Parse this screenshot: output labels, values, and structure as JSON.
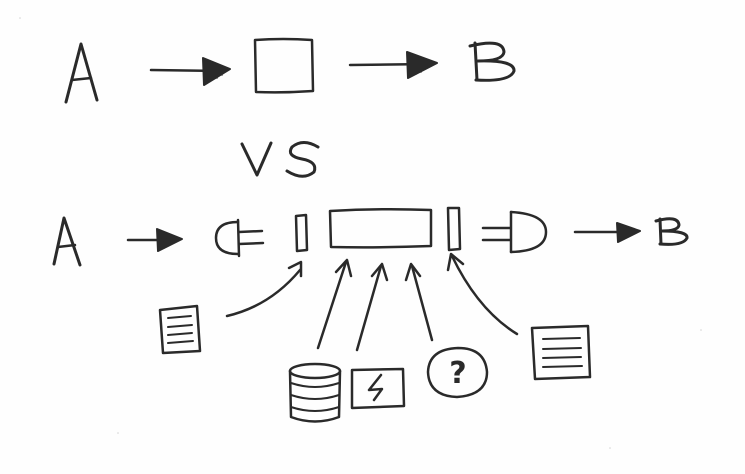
{
  "top_row": {
    "start_label": "A",
    "end_label": "B"
  },
  "separator": {
    "label": "VS"
  },
  "bottom_row": {
    "start_label": "A",
    "end_label": "B"
  },
  "icons": {
    "small_document": "document-icon",
    "database": "database-icon",
    "lightning_box": "lightning-box-icon",
    "question_circle": "question-icon",
    "large_document": "document-icon",
    "plug": "plug-icon",
    "socket": "socket-icon"
  },
  "question_mark": "?",
  "colors": {
    "ink": "#2a2a2a",
    "paper": "#fefefe"
  }
}
